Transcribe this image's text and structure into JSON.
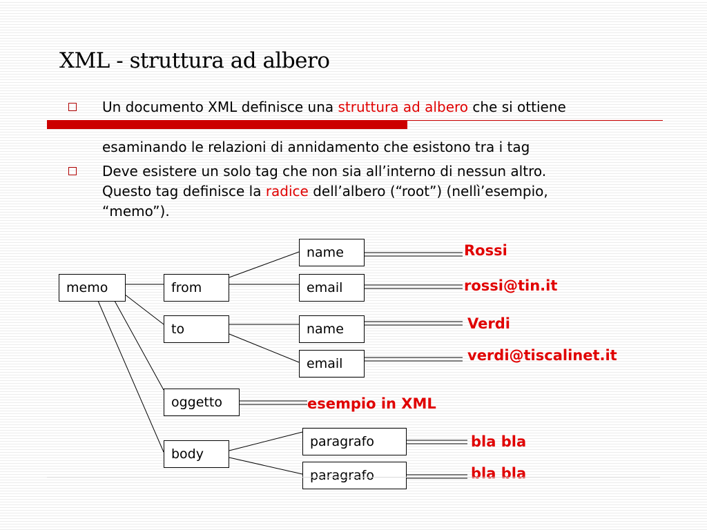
{
  "slide": {
    "title": "XML - struttura ad albero"
  },
  "bullets": [
    {
      "line1_before": "Un documento XML definisce una ",
      "line1_highlight": "struttura ad albero",
      "line1_after": " che si ottiene",
      "line2": "esaminando le relazioni di annidamento che esistono tra i tag"
    },
    {
      "line1": "Deve esistere un solo tag che non sia all’interno di nessun altro.",
      "line2_before": "Questo tag definisce la ",
      "line2_highlight": "radice",
      "line2_after": " dell’albero (“root”) (nellì’esempio,",
      "line3": "“memo”)."
    }
  ],
  "tree": {
    "root": "memo",
    "from": "from",
    "from_name": "name",
    "from_email": "email",
    "to": "to",
    "to_name": "name",
    "to_email": "email",
    "oggetto": "oggetto",
    "body": "body",
    "paragrafo1": "paragrafo",
    "paragrafo2": "paragrafo"
  },
  "values": {
    "from_name": "Rossi",
    "from_email": "rossi@tin.it",
    "to_name": "Verdi",
    "to_email": "verdi@tiscalinet.it",
    "oggetto": "esempio in XML",
    "paragrafo1": "bla bla",
    "paragrafo2": "bla bla"
  },
  "colors": {
    "accent": "#cc0000",
    "highlight_text": "#e00000",
    "bullet_icon": "#b00000"
  }
}
